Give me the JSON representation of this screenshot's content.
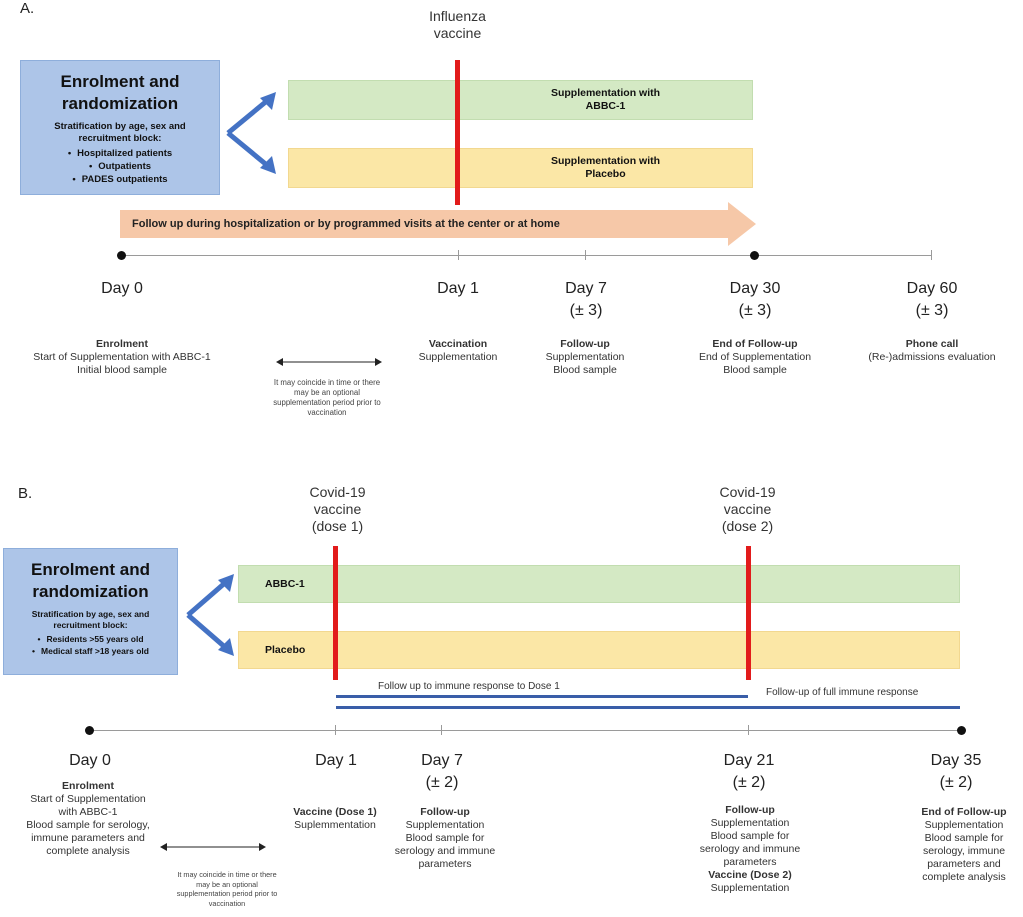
{
  "panelA": {
    "letter": "A.",
    "enrolment": {
      "title_line1": "Enrolment and",
      "title_line2": "randomization",
      "strat_line1": "Stratification by age, sex and",
      "strat_line2": "recruitment block:",
      "items": [
        "Hospitalized patients",
        "Outpatients",
        "PADES outpatients"
      ]
    },
    "vaccine_line1": "Influenza",
    "vaccine_line2": "vaccine",
    "green_bar": {
      "line1": "Supplementation with",
      "line2": "ABBC-1"
    },
    "yellow_bar": {
      "line1": "Supplementation with",
      "line2": "Placebo"
    },
    "follow_arrow": "Follow up during hospitalization or by programmed visits at the center or at home",
    "days": [
      {
        "label": "Day 0",
        "sub": ""
      },
      {
        "label": "Day 1",
        "sub": ""
      },
      {
        "label": "Day 7",
        "sub": "(± 3)"
      },
      {
        "label": "Day 30",
        "sub": "(± 3)"
      },
      {
        "label": "Day 60",
        "sub": "(± 3)"
      }
    ],
    "descs": [
      {
        "title": "Enrolment",
        "lines": [
          "Start of Supplementation with ABBC-1",
          "Initial blood sample"
        ]
      },
      {
        "title": "Vaccination",
        "lines": [
          "Supplementation"
        ]
      },
      {
        "title": "Follow-up",
        "lines": [
          "Supplementation",
          "Blood sample"
        ]
      },
      {
        "title": "End of Follow-up",
        "lines": [
          "End of Supplementation",
          "Blood sample"
        ]
      },
      {
        "title": "Phone call",
        "lines": [
          "(Re-)admissions evaluation"
        ]
      }
    ],
    "note": [
      "It may coincide in time or there",
      "may be an optional",
      "supplementation period prior to",
      "vaccination"
    ]
  },
  "panelB": {
    "letter": "B.",
    "enrolment": {
      "title_line1": "Enrolment and",
      "title_line2": "randomization",
      "strat_line1": "Stratification by age, sex and",
      "strat_line2": "recruitment block:",
      "items": [
        "Residents >55 years old",
        "Medical staff >18 years old"
      ]
    },
    "vaccine1": [
      "Covid-19",
      "vaccine",
      "(dose 1)"
    ],
    "vaccine2": [
      "Covid-19",
      "vaccine",
      "(dose 2)"
    ],
    "green_label": "ABBC-1",
    "yellow_label": "Placebo",
    "follow_dose1": "Follow up to immune response to Dose 1",
    "follow_full": "Follow-up of full immune response",
    "days": [
      {
        "label": "Day 0",
        "sub": ""
      },
      {
        "label": "Day 1",
        "sub": ""
      },
      {
        "label": "Day 7",
        "sub": "(± 2)"
      },
      {
        "label": "Day 21",
        "sub": "(± 2)"
      },
      {
        "label": "Day 35",
        "sub": "(± 2)"
      }
    ],
    "descs": [
      {
        "title": "Enrolment",
        "lines": [
          "Start of Supplementation",
          "with ABBC-1",
          "Blood sample for serology,",
          "immune parameters and",
          "complete analysis"
        ]
      },
      {
        "title": "Vaccine (Dose 1)",
        "lines": [
          "Suplemmentation"
        ]
      },
      {
        "title": "Follow-up",
        "lines": [
          "Supplementation",
          "Blood sample for",
          "serology and immune",
          "parameters"
        ]
      },
      {
        "title": "Follow-up",
        "lines": [
          "Supplementation",
          "Blood sample for",
          "serology and immune",
          "parameters"
        ],
        "title2": "Vaccine (Dose 2)",
        "lines2": [
          "Supplementation"
        ]
      },
      {
        "title": "End of Follow-up",
        "lines": [
          "Supplementation",
          "Blood sample for",
          "serology, immune",
          "parameters and",
          "complete analysis"
        ]
      }
    ],
    "note": [
      "It may coincide in time or there",
      "may be an optional",
      "supplementation period prior to",
      "vaccination"
    ]
  },
  "colors": {
    "enrol_box": "#adc5e8",
    "green_bar": "#d4e9c4",
    "yellow_bar": "#fbe7a6",
    "vaccine_line": "#e21b1b",
    "follow_arrow": "#f6c8a8",
    "follow_line": "#3a5ea8",
    "branch_arrow": "#4472c4"
  }
}
